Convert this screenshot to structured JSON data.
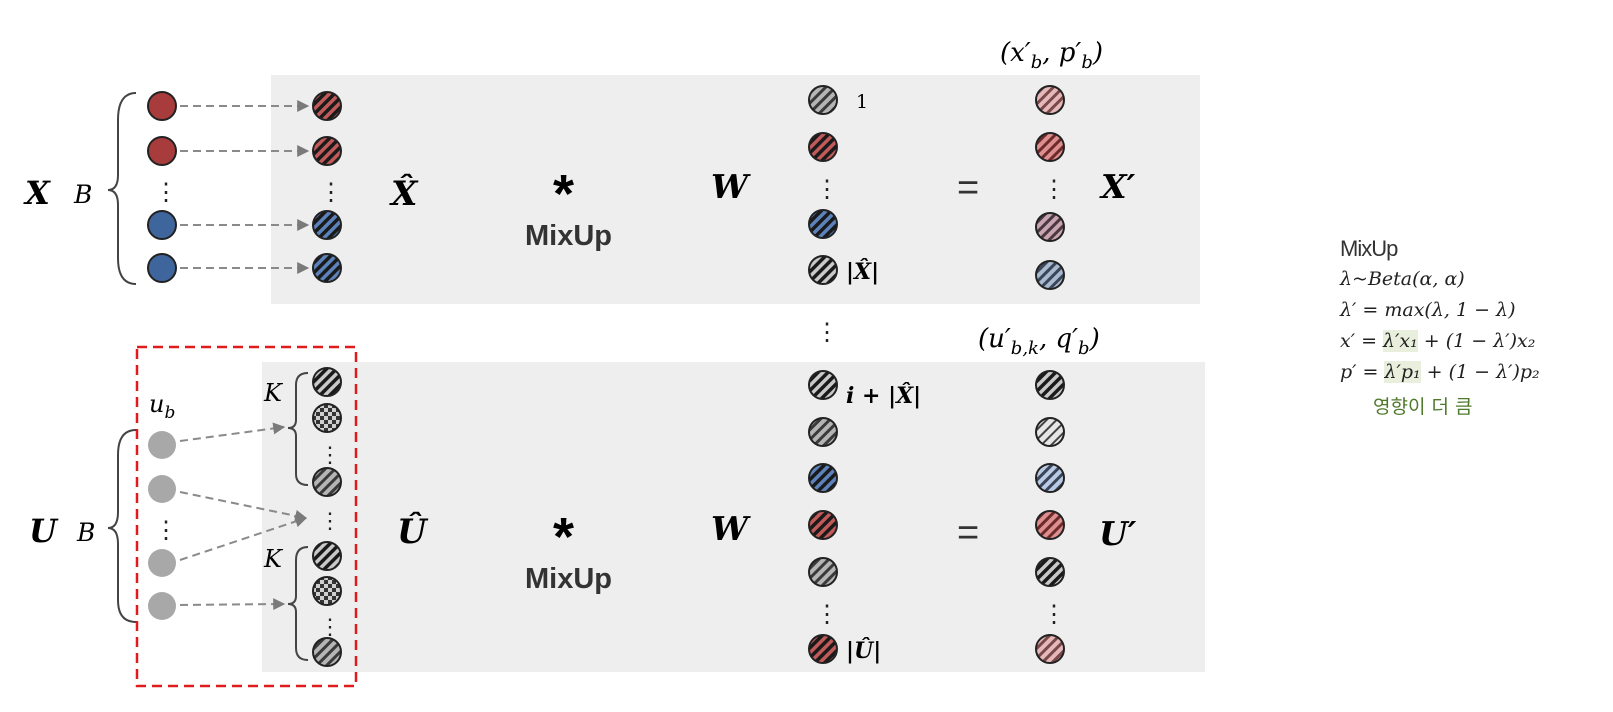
{
  "colors": {
    "red": "#a83b3b",
    "blue": "#3f669c",
    "gray": "#a8a8a8",
    "panel": "#eeeeee",
    "dashed_box": "#e01b1b",
    "note_green": "#4f7a2c"
  },
  "labels": {
    "x_symbol": "X",
    "u_symbol": "U",
    "batch_b": "B",
    "ub": "u",
    "ub_sub": "b",
    "k": "K",
    "x_hat": "X̂",
    "u_hat": "Û",
    "asterisk": "*",
    "mixup": "MixUp",
    "w": "W",
    "equals": "=",
    "x_prime": "X′",
    "u_prime": "U′",
    "idx_one": "1",
    "idx_xhat": "|X̂|",
    "idx_i": "i + |X̂|",
    "idx_uhat": "|Û|",
    "dots": "⋮",
    "out_x_top": "(x′",
    "out_x_sub": "b",
    "out_x_mid": ", p′",
    "out_x_end": ")",
    "out_u_top": "(u′",
    "out_u_sub": "b,k",
    "out_u_mid": ", q′",
    "out_u_end": ")"
  },
  "mixup_box": {
    "title": "MixUp",
    "line1": "λ~Beta(α, α)",
    "line2": "λ′ = max(λ, 1 − λ)",
    "line3_pre": "x′ = ",
    "line3_hl": "λ′x₁",
    "line3_post": " + (1 − λ′)x₂",
    "line4_pre": "p′ = ",
    "line4_hl": "λ′p₁",
    "line4_post": " + (1 − λ′)p₂",
    "note": "영향이 더 큼"
  }
}
